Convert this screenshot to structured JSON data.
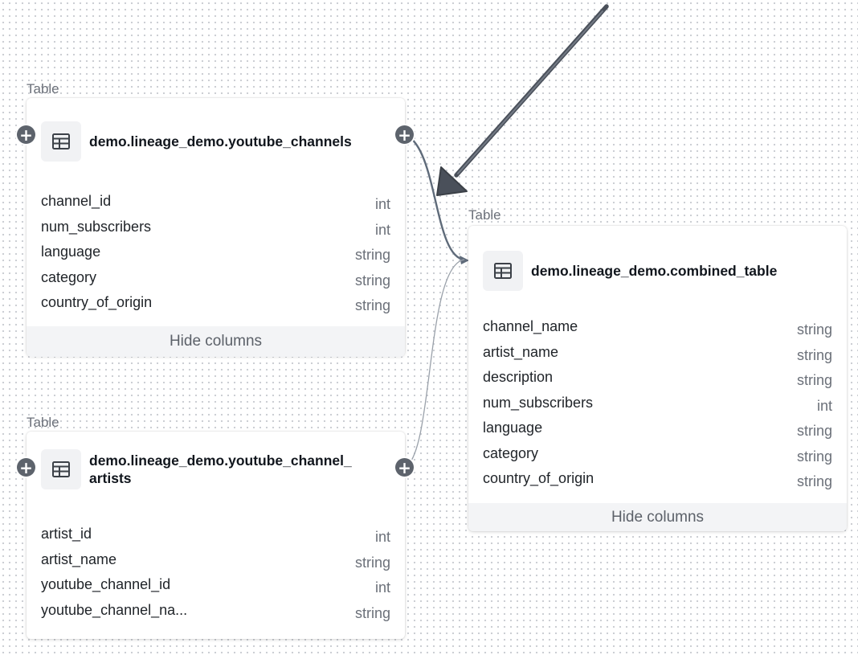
{
  "nodes": {
    "youtube_channels": {
      "type_label": "Table",
      "name": "demo.lineage_demo.youtube_channels",
      "columns": [
        {
          "name": "channel_id",
          "type": "int"
        },
        {
          "name": "num_subscribers",
          "type": "int"
        },
        {
          "name": "language",
          "type": "string"
        },
        {
          "name": "category",
          "type": "string"
        },
        {
          "name": "country_of_origin",
          "type": "string"
        }
      ],
      "toggle_label": "Hide columns"
    },
    "youtube_channel_artists": {
      "type_label": "Table",
      "name_line1": "demo.lineage_demo.youtube_channel_",
      "name_line2": "artists",
      "columns": [
        {
          "name": "artist_id",
          "type": "int"
        },
        {
          "name": "artist_name",
          "type": "string"
        },
        {
          "name": "youtube_channel_id",
          "type": "int"
        },
        {
          "name": "youtube_channel_na...",
          "type": "string"
        }
      ]
    },
    "combined_table": {
      "type_label": "Table",
      "name": "demo.lineage_demo.combined_table",
      "columns": [
        {
          "name": "channel_name",
          "type": "string"
        },
        {
          "name": "artist_name",
          "type": "string"
        },
        {
          "name": "description",
          "type": "string"
        },
        {
          "name": "num_subscribers",
          "type": "int"
        },
        {
          "name": "language",
          "type": "string"
        },
        {
          "name": "category",
          "type": "string"
        },
        {
          "name": "country_of_origin",
          "type": "string"
        }
      ],
      "toggle_label": "Hide columns"
    }
  },
  "handles": {
    "plus_symbol": "+"
  },
  "icons": {
    "table": "table-icon",
    "expand": "plus-icon"
  },
  "colors": {
    "edge_primary": "#5f6b7a",
    "edge_secondary": "#9aa1aa",
    "annotation_arrow": "#4a505a",
    "handle": "#5d636c"
  }
}
